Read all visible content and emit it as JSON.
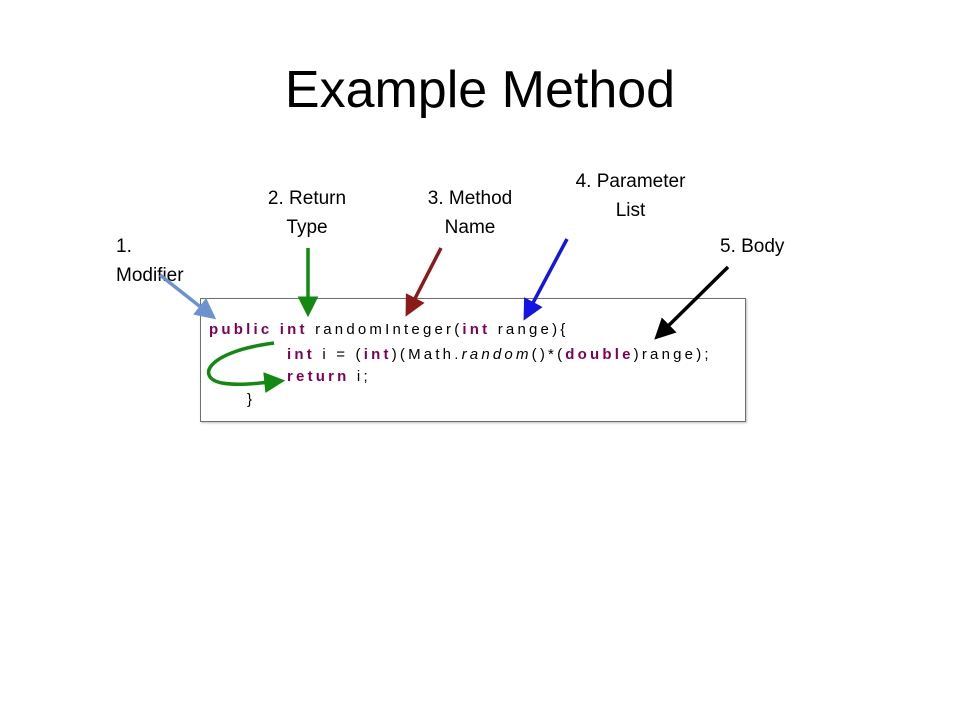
{
  "slide": {
    "title": "Example Method"
  },
  "labels": {
    "modifier": [
      "1.",
      "Modifier"
    ],
    "return_type": [
      "2. Return",
      "Type"
    ],
    "method_name": [
      "3. Method",
      "Name"
    ],
    "parameter_list": [
      "4. Parameter",
      "List"
    ],
    "body": [
      "5. Body"
    ]
  },
  "code": {
    "line1": {
      "modifier": "public",
      "return_type": "int",
      "method_name": "randomInteger(",
      "param_type": "int",
      "param_rest": "range){"
    },
    "line2": {
      "type": "int",
      "decl": "i = (",
      "cast": "int",
      "mid": ")(Math.",
      "call": "random",
      "after": "()*(",
      "cast2": "double",
      "end": ")range);"
    },
    "line3": {
      "keyword": "return",
      "rest": "i;"
    },
    "line4": {
      "brace": "}"
    }
  },
  "arrow_colors": {
    "modifier": "#6a93cf",
    "return_type": "#128a12",
    "method_name": "#8b1a1a",
    "parameter_list": "#1414e6",
    "body": "#000000",
    "flow": "#128a12"
  }
}
